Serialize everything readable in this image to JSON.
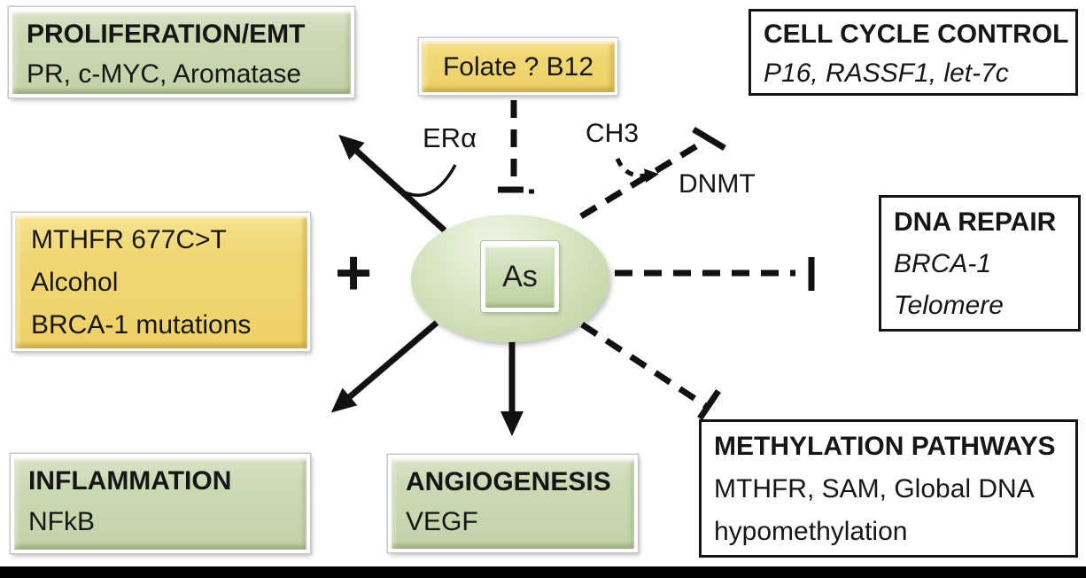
{
  "figure": {
    "center_node": {
      "symbol": "As"
    },
    "boxes": {
      "proliferation": {
        "title": "PROLIFERATION/EMT",
        "genes": "PR, c-MYC, Aromatase"
      },
      "folate": {
        "label": "Folate ? B12"
      },
      "cell_cycle": {
        "title": "CELL CYCLE CONTROL",
        "genes": "P16, RASSF1, let-7c"
      },
      "risk_factors": {
        "lines": [
          "MTHFR 677C>T",
          "Alcohol",
          "BRCA-1 mutations"
        ]
      },
      "dna_repair": {
        "title": "DNA REPAIR",
        "lines": [
          "BRCA-1",
          "Telomere"
        ]
      },
      "inflammation": {
        "title": "INFLAMMATION",
        "genes": "NFkB"
      },
      "angiogenesis": {
        "title": "ANGIOGENESIS",
        "genes": "VEGF"
      },
      "methylation": {
        "title": "METHYLATION PATHWAYS",
        "lines": [
          "MTHFR, SAM, Global DNA",
          "hypomethylation"
        ]
      }
    },
    "annotations": {
      "plus": "+",
      "er_alpha": "ERα",
      "ch3": "CH3",
      "dnmt": "DNMT"
    },
    "colors": {
      "green_box": "#ccd9b4",
      "yellow_box": "#f0d671",
      "white_box": "#ffffff",
      "stroke": "#111111"
    }
  }
}
